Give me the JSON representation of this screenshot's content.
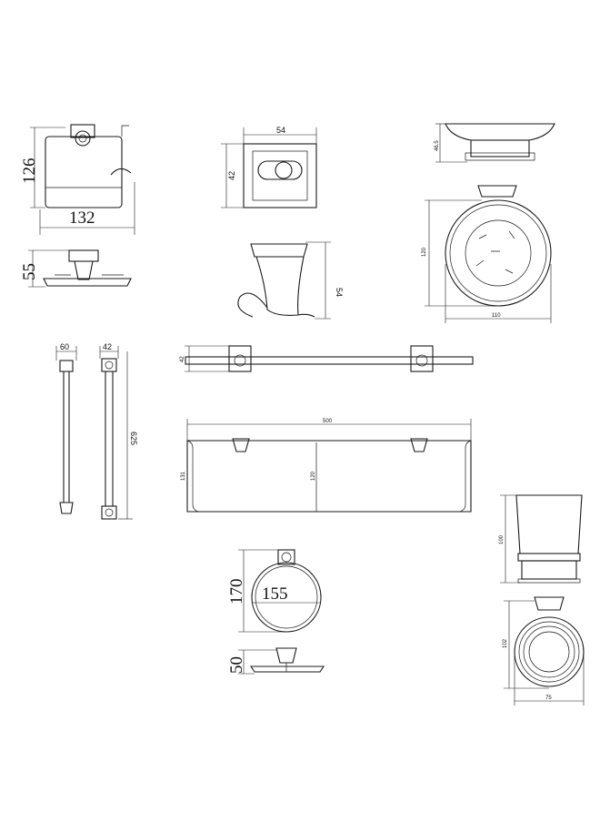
{
  "drawing": {
    "paper_holder": {
      "height": "126",
      "width": "132",
      "depth": "55"
    },
    "robe_hook": {
      "width": "54",
      "height": "42",
      "depth": "54"
    },
    "soap_dish": {
      "height": "46.5",
      "diameter": "120",
      "depth": "110"
    },
    "towel_bar": {
      "projection": "60",
      "plate": "42",
      "length": "625"
    },
    "shelf_top": {
      "thickness": "42"
    },
    "shelf_front": {
      "length": "500",
      "height": "131",
      "inner_height": "120"
    },
    "towel_ring": {
      "height": "170",
      "diameter": "155",
      "depth": "50"
    },
    "tumbler": {
      "height": "100",
      "depth": "102",
      "width": "75"
    }
  }
}
